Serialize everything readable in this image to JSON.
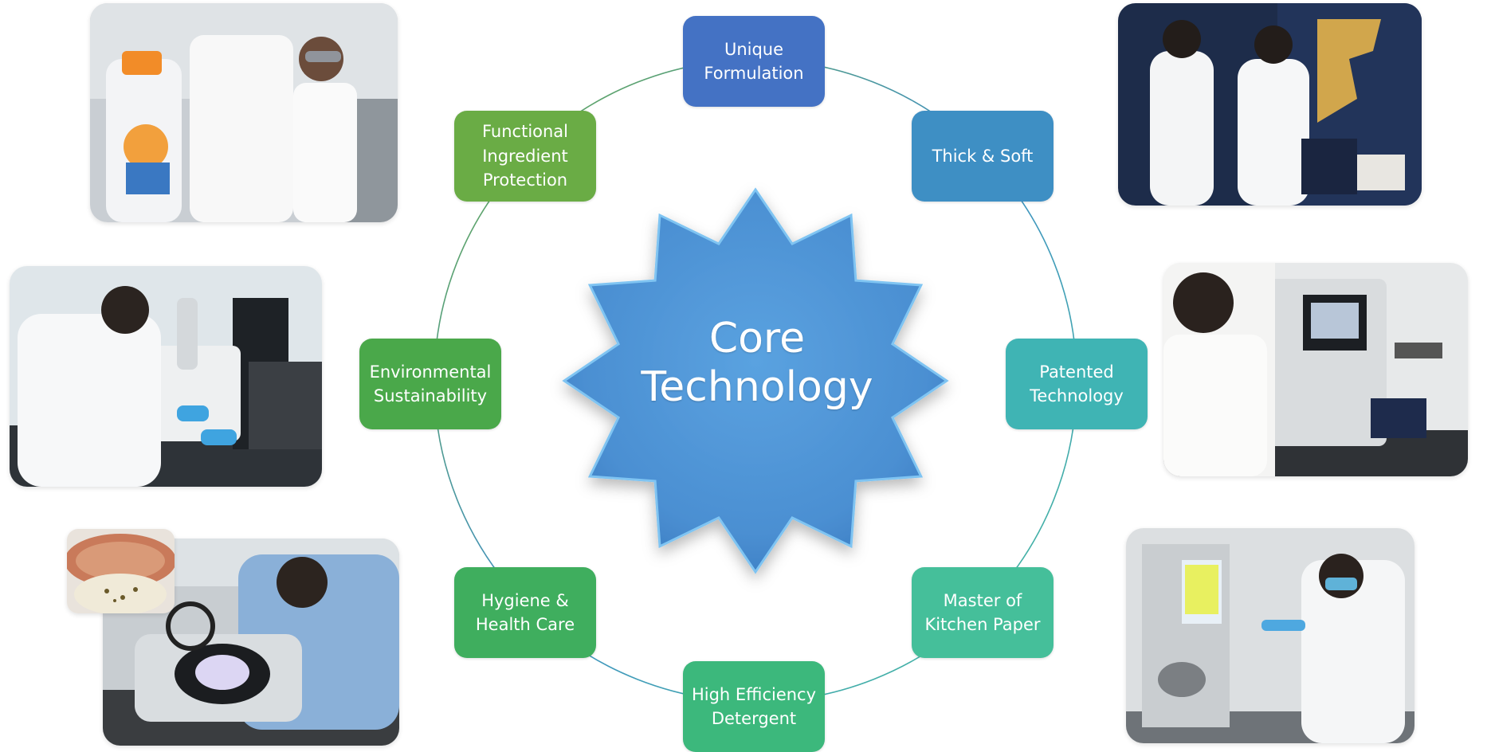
{
  "center": {
    "label": "Core\nTechnology",
    "fill": "#4f94d6"
  },
  "nodes": [
    {
      "id": "unique-formulation",
      "label": "Unique\nFormulation",
      "color": "#4472c4"
    },
    {
      "id": "thick-soft",
      "label": "Thick & Soft",
      "color": "#3e8fc4"
    },
    {
      "id": "patented-technology",
      "label": "Patented\nTechnology",
      "color": "#3fb4b4"
    },
    {
      "id": "master-of-kitchen-paper",
      "label": "Master of\nKitchen  Paper",
      "color": "#45bf9a"
    },
    {
      "id": "high-efficiency-detergent",
      "label": "High Efficiency\nDetergent",
      "color": "#3cb87c"
    },
    {
      "id": "hygiene-health-care",
      "label": "Hygiene &\nHealth Care",
      "color": "#3fae5e"
    },
    {
      "id": "environmental-sustainability",
      "label": "Environmental\nSustainability",
      "color": "#4aa84a"
    },
    {
      "id": "functional-ingredient-protection",
      "label": "Functional\nIngredient\nProtection",
      "color": "#6aac45"
    }
  ],
  "photos": [
    {
      "id": "photo-lab-laundry",
      "depicts": "researcher holding white shirt next to detergent bottle"
    },
    {
      "id": "photo-microscope",
      "depicts": "scientist using microscope"
    },
    {
      "id": "photo-colony-counter",
      "depicts": "researcher examining petri dish with magnifier"
    },
    {
      "id": "photo-tissue-presentation",
      "depicts": "two researchers presenting tissue boxes"
    },
    {
      "id": "photo-tissue-tester",
      "depicts": "researcher operating tissue testing instrument"
    },
    {
      "id": "photo-paper-tester",
      "depicts": "researcher using paper strength tester"
    }
  ]
}
